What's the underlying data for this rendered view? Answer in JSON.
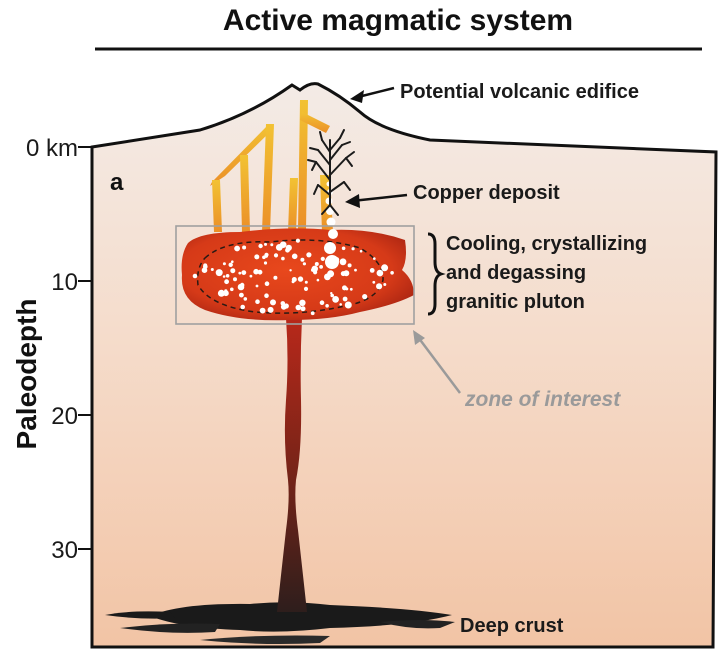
{
  "title": "Active magmatic system",
  "panel_label": "a",
  "axis": {
    "label": "Paleodepth",
    "ticks": [
      "0 km",
      "10",
      "20",
      "30"
    ]
  },
  "annotations": {
    "edifice": "Potential volcanic edifice",
    "copper": "Copper deposit",
    "pluton_lines": [
      "Cooling, crystallizing",
      "and degassing",
      "granitic pluton"
    ],
    "zone": "zone of interest",
    "deep_crust": "Deep crust"
  },
  "colors": {
    "magma_core": "#e0401a",
    "magma_edge": "#9c1f10",
    "conduit_dark": "#3b2420",
    "veins": "#f0b631",
    "crust_top": "#f3ebe6",
    "crust_bottom": "#f2c3a4",
    "zone_box": "#a0a0a0"
  }
}
